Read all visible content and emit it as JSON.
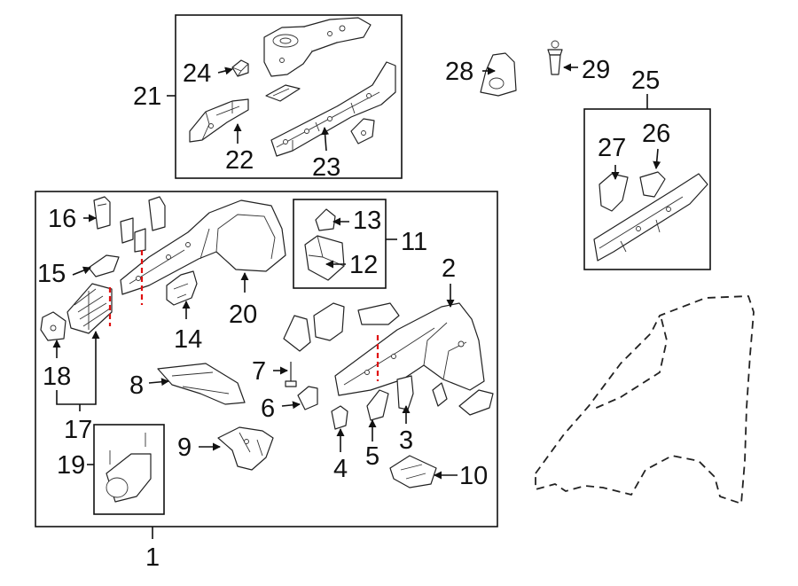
{
  "diagram": {
    "callouts": {
      "c1": "1",
      "c2": "2",
      "c3": "3",
      "c4": "4",
      "c5": "5",
      "c6": "6",
      "c7": "7",
      "c8": "8",
      "c9": "9",
      "c10": "10",
      "c11": "11",
      "c12": "12",
      "c13": "13",
      "c14": "14",
      "c15": "15",
      "c16": "16",
      "c17": "17",
      "c18": "18",
      "c19": "19",
      "c20": "20",
      "c21": "21",
      "c22": "22",
      "c23": "23",
      "c24": "24",
      "c25": "25",
      "c26": "26",
      "c27": "27",
      "c28": "28",
      "c29": "29"
    },
    "colors": {
      "ink": "#111111",
      "cut_line": "#e01010",
      "background": "#ffffff"
    }
  }
}
